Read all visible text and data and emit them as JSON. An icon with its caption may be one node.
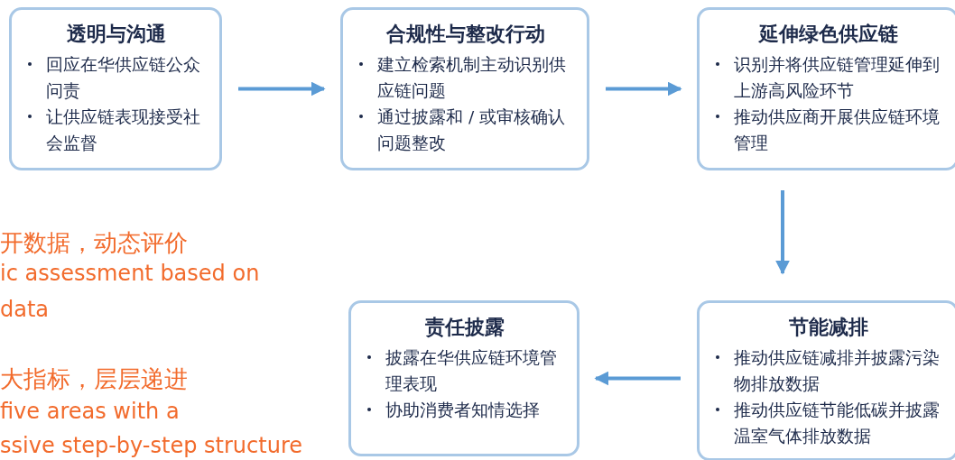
{
  "diagram": {
    "nodes": [
      {
        "text": [
          "透明与沟通",
          "回应在华供应链公众问责",
          "让供应链表现接受社会监督"
        ]
      },
      {
        "text": [
          "合规性与整改行动",
          "建立检索机制主动识别供应链问题",
          "通过披露和 / 或审核确认问题整改"
        ]
      },
      {
        "text": [
          "延伸绿色供应链",
          "识别并将供应链管理延伸到上游高风险环节",
          "推动供应商开展供应链环境管理"
        ]
      },
      {
        "text": [
          "责任披露",
          "披露在华供应链环境管理表现",
          "协助消费者知情选择"
        ]
      },
      {
        "text": [
          "节能减排",
          "推动供应链减排并披露污染物排放数据",
          "推动供应链节能低碳并披露温室气体排放数据"
        ]
      }
    ],
    "edges": [
      {
        "from": 0,
        "to": 1,
        "arrow": "to"
      },
      {
        "from": 1,
        "to": 2,
        "arrow": "to"
      },
      {
        "from": 2,
        "to": 4,
        "arrow": "to"
      },
      {
        "from": 4,
        "to": 3,
        "arrow": "to"
      }
    ],
    "labels": [
      "开数据，动态评价",
      "ic assessment based on",
      "data",
      "大指标，层层递进",
      "five areas with a",
      "ssive step-by-step structure"
    ]
  }
}
